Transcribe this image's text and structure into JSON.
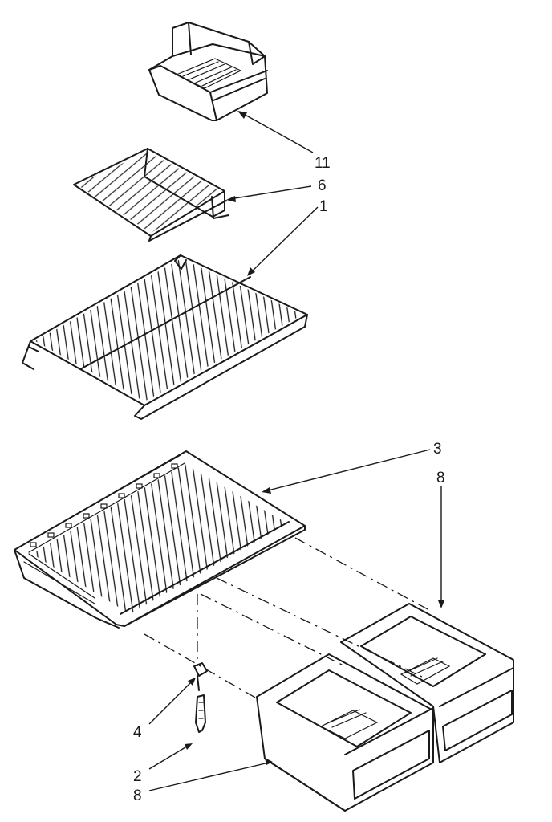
{
  "callouts": {
    "c11": "11",
    "c6": "6",
    "c1": "1",
    "c3": "3",
    "c8_top": "8",
    "c4": "4",
    "c2": "2",
    "c8_bottom": "8"
  },
  "colors": {
    "ink": "#1a1a1a",
    "paper": "#ffffff"
  }
}
